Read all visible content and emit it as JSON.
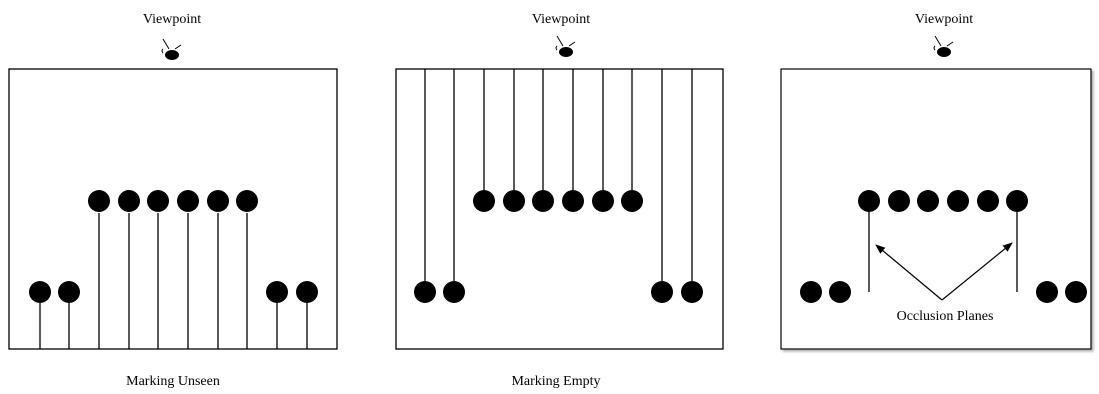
{
  "panels": [
    {
      "viewpoint_label": "Viewpoint",
      "caption": "Marking Unseen",
      "annotation": ""
    },
    {
      "viewpoint_label": "Viewpoint",
      "caption": "Marking Empty",
      "annotation": ""
    },
    {
      "viewpoint_label": "Viewpoint",
      "caption": "",
      "annotation": "Occlusion Planes"
    }
  ]
}
